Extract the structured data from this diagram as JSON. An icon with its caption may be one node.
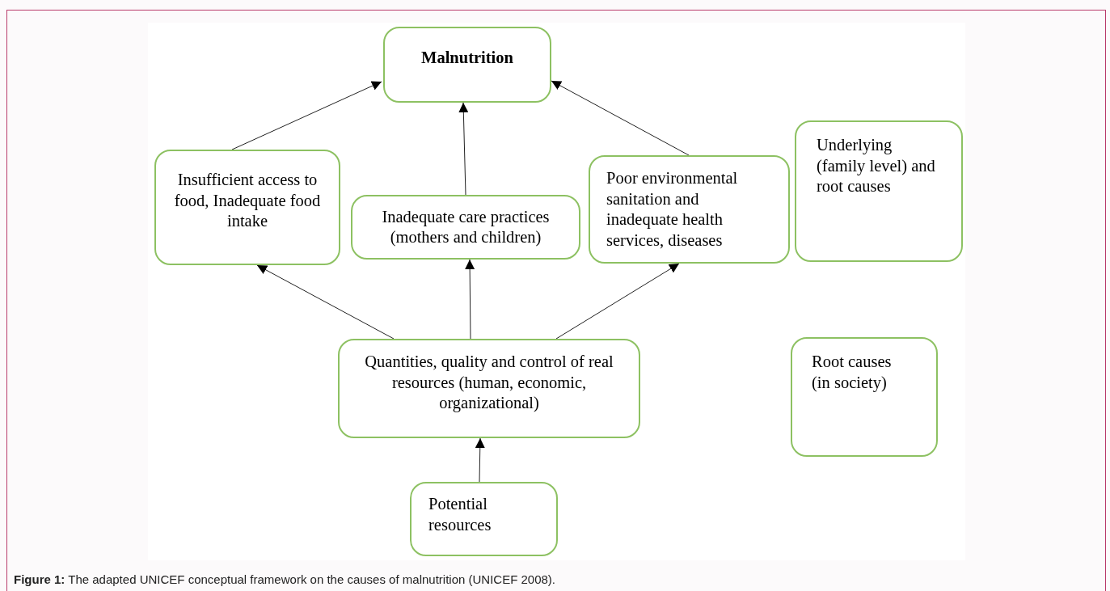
{
  "diagram": {
    "caption": "**Figure 1:** The adapted UNICEF conceptual framework on the causes of malnutrition (UNICEF 2008).",
    "nodes": [
      {
        "text": [
          "Malnutrition"
        ]
      },
      {
        "text": [
          "Insufficient access to food, Inadequate food intake"
        ]
      },
      {
        "text": [
          "Inadequate care practices (mothers and children)"
        ]
      },
      {
        "text": [
          "Poor environmental sanitation and inadequate health services, diseases"
        ]
      },
      {
        "text": [
          "Underlying (family level) and root causes"
        ]
      },
      {
        "text": [
          "Quantities, quality and control of real resources (human, economic, organizational)"
        ]
      },
      {
        "text": [
          "Root causes (in society)"
        ]
      },
      {
        "text": [
          "Potential resources"
        ]
      }
    ],
    "edges": [
      {
        "from": 1,
        "to": 0,
        "arrow": "to"
      },
      {
        "from": 2,
        "to": 0,
        "arrow": "to"
      },
      {
        "from": 3,
        "to": 0,
        "arrow": "to"
      },
      {
        "from": 5,
        "to": 1,
        "arrow": "to"
      },
      {
        "from": 5,
        "to": 2,
        "arrow": "to"
      },
      {
        "from": 5,
        "to": 3,
        "arrow": "to"
      },
      {
        "from": 7,
        "to": 5,
        "arrow": "to"
      }
    ]
  }
}
